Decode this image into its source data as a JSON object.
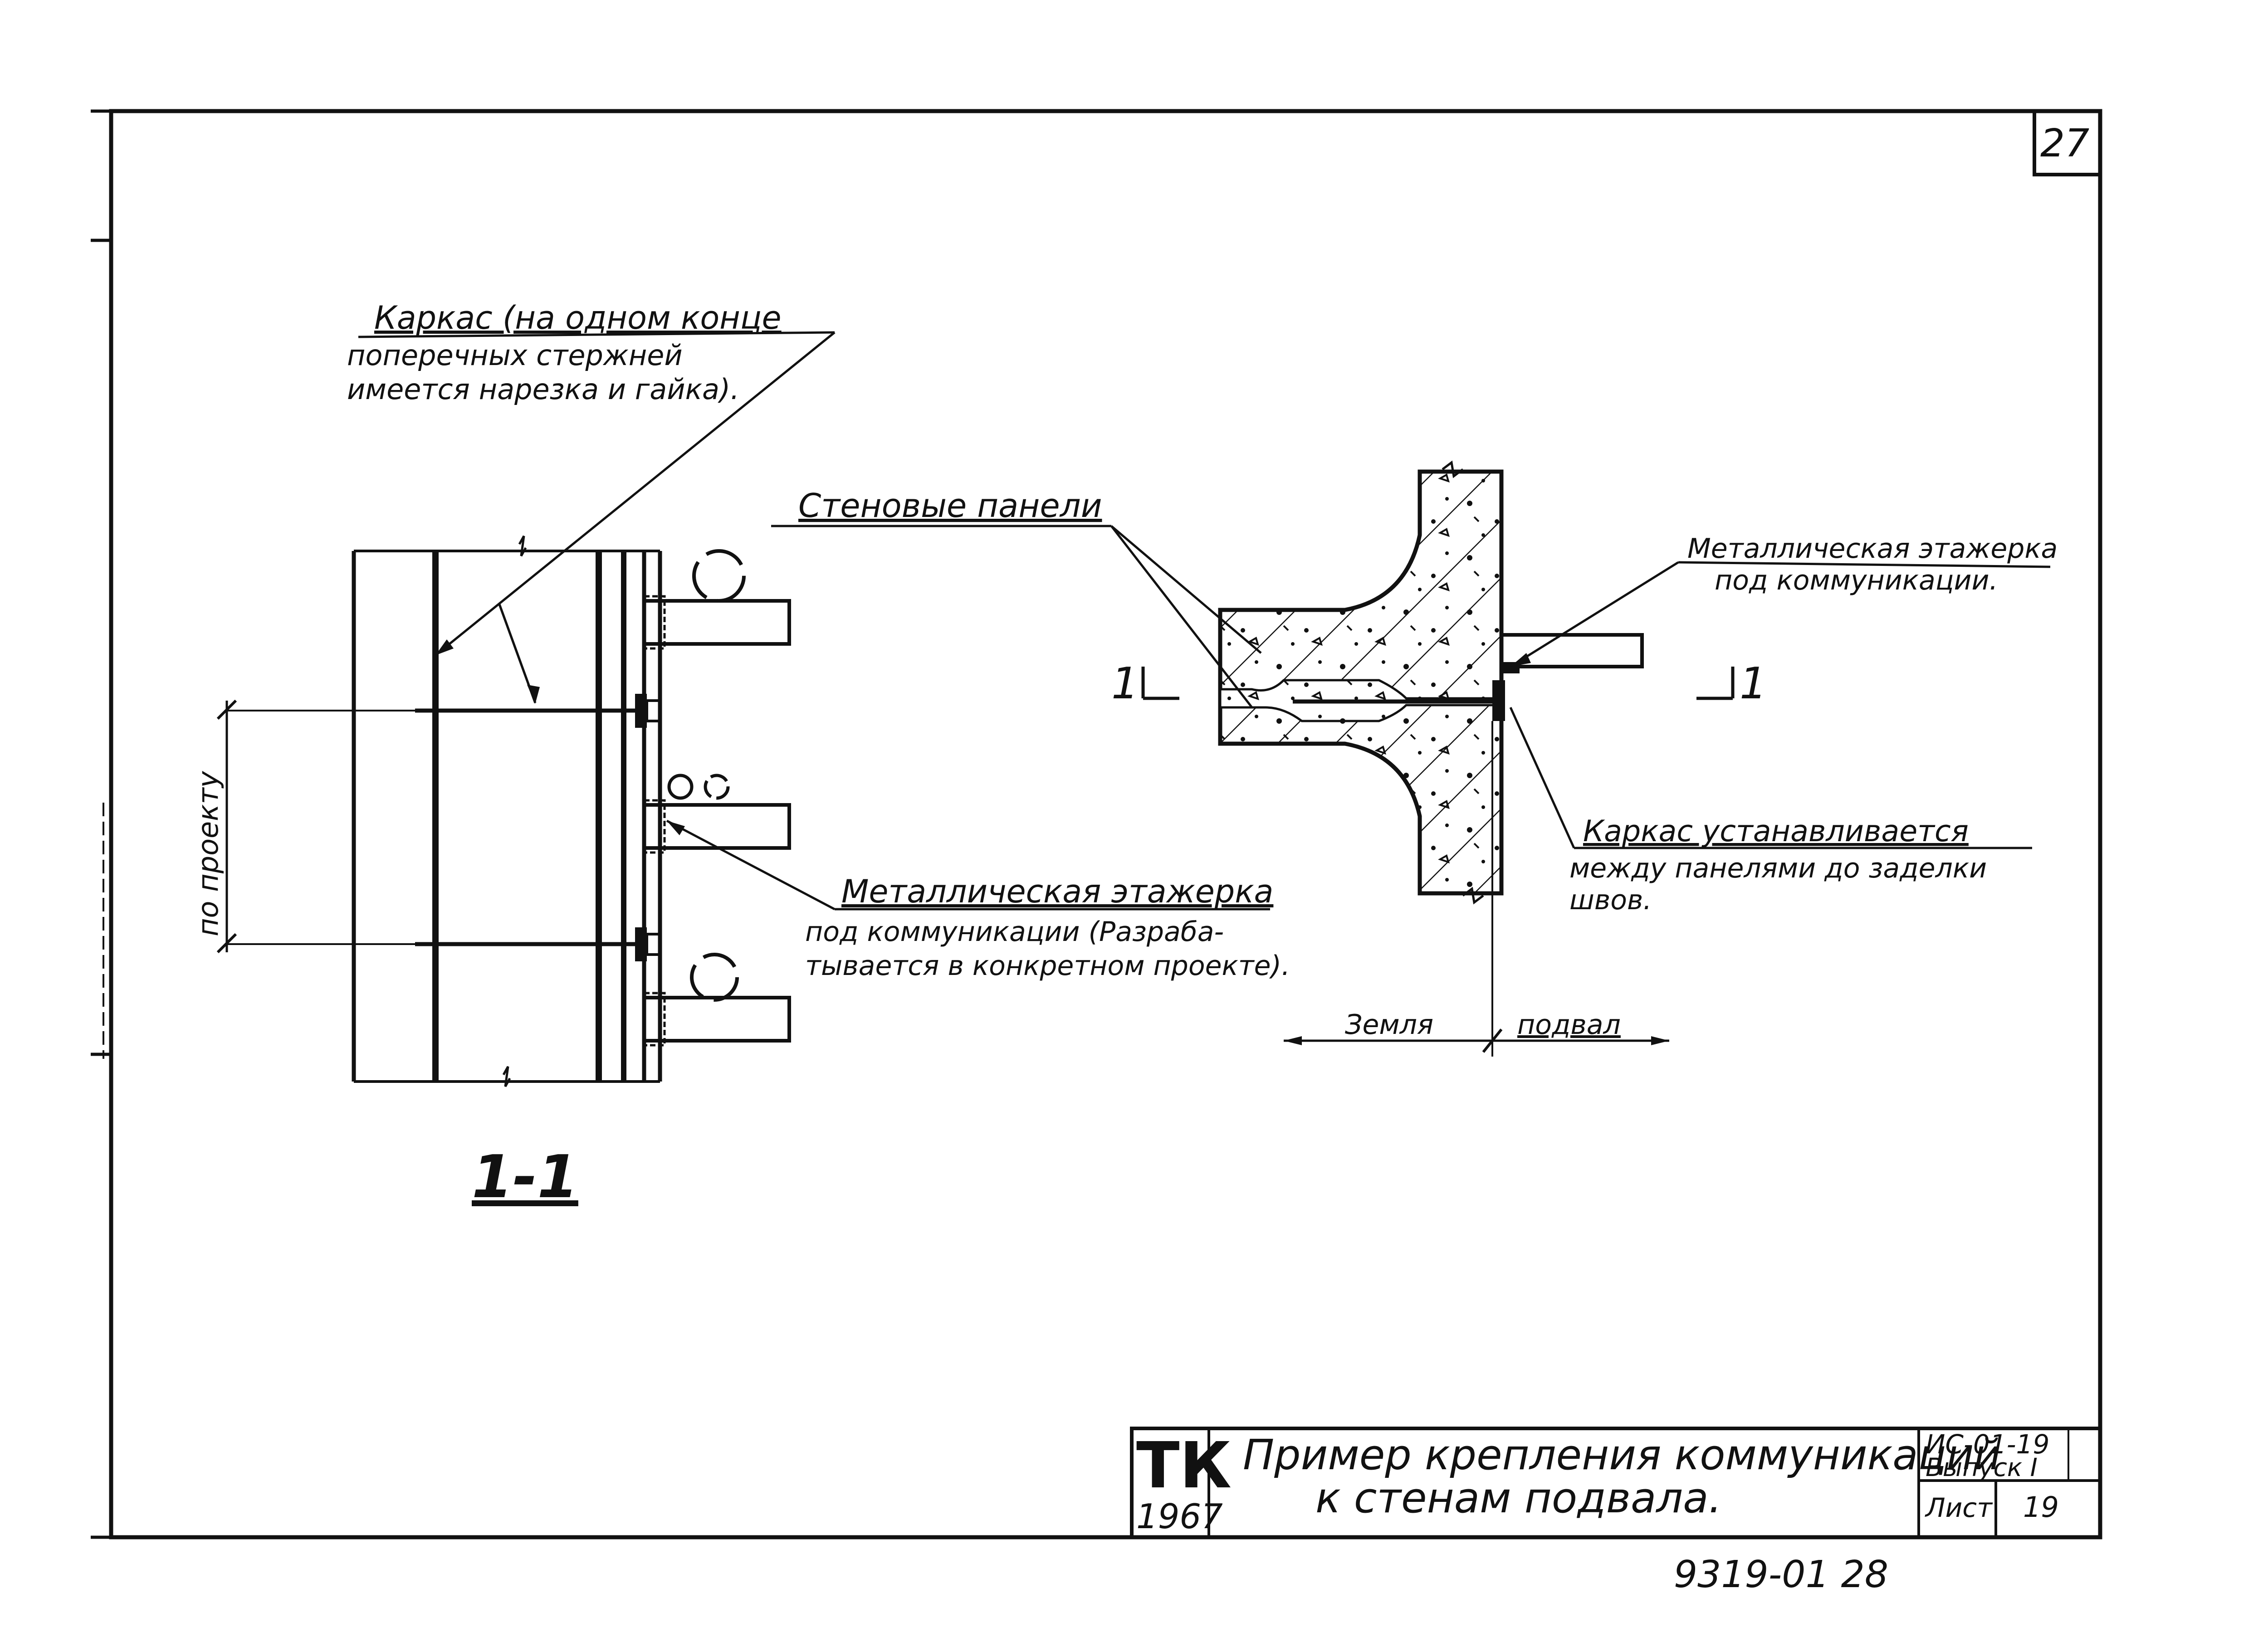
{
  "sheet": {
    "number": "27",
    "stamp": "9319-01  28"
  },
  "section_view": {
    "label": "1-1",
    "notes": {
      "karkas": [
        "Каркас (на одном конце",
        "поперечных стержней",
        "имеется нарезка и гайка)."
      ],
      "etazherka": [
        "Металлическая этажерка",
        "под коммуникации (Разраба-",
        "тывается в конкретном проекте)."
      ],
      "dimension": "по проекту"
    }
  },
  "wall_detail": {
    "notes": {
      "paneli": "Стеновые панели",
      "etazherka": [
        "Металлическая этажерка",
        "под коммуникации."
      ],
      "karkas": [
        "Каркас  устанавливается",
        "между панелями до заделки",
        "швов."
      ]
    },
    "section_marks": [
      "1",
      "1"
    ],
    "ground_label": "Земля",
    "basement_label": "подвал"
  },
  "title_block": {
    "org_logo": "ТК",
    "year": "1967",
    "title_line1": "Пример крепления коммуникаций",
    "title_line2": "к стенам  подвала.",
    "series": "ИС-01-19",
    "issue": "Выпуск I",
    "sheet_label": "Лист",
    "sheet_no": "19"
  }
}
